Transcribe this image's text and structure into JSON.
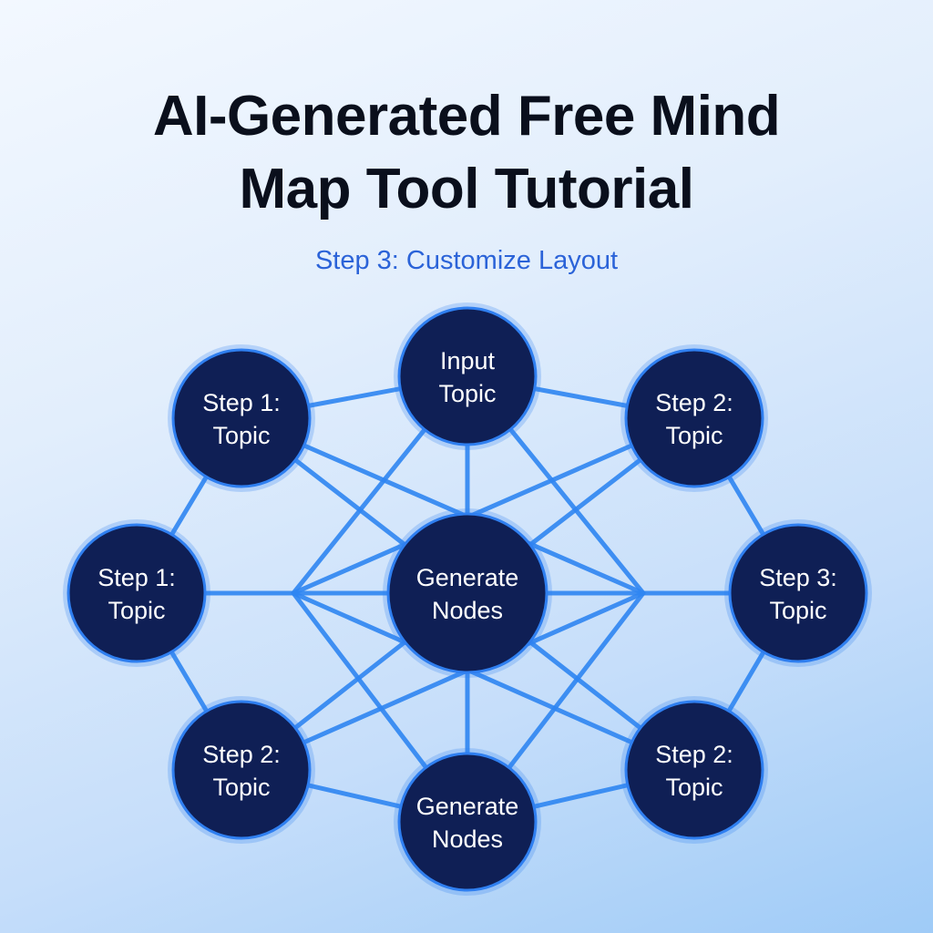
{
  "title": {
    "line1": "AI-Generated Free Mind",
    "line2": "Map Tool Tutorial"
  },
  "subtitle": "Step 3: Customize Layout",
  "colors": {
    "node_fill": "#0f1f55",
    "node_stroke": "#2f7ff0",
    "edge": "#2f86f2",
    "title": "#0a0f1c",
    "subtitle": "#2b63d8"
  },
  "nodes": [
    {
      "id": "input-topic",
      "lines": [
        "Input",
        "Topic"
      ]
    },
    {
      "id": "step1-top",
      "lines": [
        "Step 1:",
        "Topic"
      ]
    },
    {
      "id": "step2-top",
      "lines": [
        "Step 2:",
        "Topic"
      ]
    },
    {
      "id": "step1-left",
      "lines": [
        "Step 1:",
        "Topic"
      ]
    },
    {
      "id": "generate-center",
      "lines": [
        "Generate",
        "Nodes"
      ]
    },
    {
      "id": "step3-right",
      "lines": [
        "Step 3:",
        "Topic"
      ]
    },
    {
      "id": "step2-bottom-left",
      "lines": [
        "Step 2:",
        "Topic"
      ]
    },
    {
      "id": "generate-bottom",
      "lines": [
        "Generate",
        "Nodes"
      ]
    },
    {
      "id": "step2-bottom-right",
      "lines": [
        "Step 2:",
        "Topic"
      ]
    }
  ]
}
